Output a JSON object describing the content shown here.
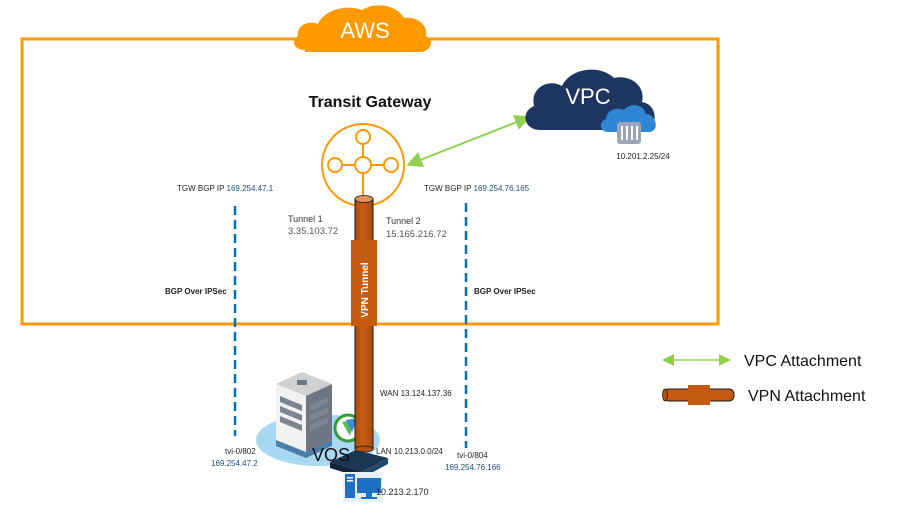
{
  "diagram": {
    "aws_label": "AWS",
    "transit_gateway_label": "Transit Gateway",
    "vpc_label": "VPC",
    "vpc_cidr": "10.201.2.25/24",
    "left": {
      "tgw_bgp_prefix": "TGW BGP IP",
      "tgw_bgp_ip": "169.254.47.1",
      "tunnel_label": "Tunnel 1",
      "tunnel_ip": "3.35.103.72",
      "bgp_label": "BGP Over IPSec",
      "tvi_label": "tvi-0/802",
      "tvi_ip": "169.254.47.2"
    },
    "right": {
      "tgw_bgp_prefix": "TGW BGP IP",
      "tgw_bgp_ip": "169.254.76.165",
      "tunnel_label": "Tunnel 2",
      "tunnel_ip": "15.165.216.72",
      "bgp_label": "BGP Over IPSec",
      "tvi_label": "tvi-0/804",
      "tvi_ip": "169.254.76.166"
    },
    "vpn_tunnel_label": "VPN Tunnel",
    "wan_label": "WAN 13.124.137.36",
    "lan_label": "LAN 10.213.0.0/24",
    "vos_label": "VOS",
    "host_ip": "10.213.2.170",
    "colors": {
      "aws_orange": "#FF9900",
      "vpc_navy": "#1E3461",
      "vpn_pipe": "#C55A11",
      "vpc_attachment_green": "#92D050",
      "bgp_dash_blue": "#0070C0"
    }
  },
  "legend": {
    "items": [
      {
        "label": "VPC Attachment",
        "icon": "double-arrow-green"
      },
      {
        "label": "VPN Attachment",
        "icon": "pipe-orange"
      }
    ]
  }
}
